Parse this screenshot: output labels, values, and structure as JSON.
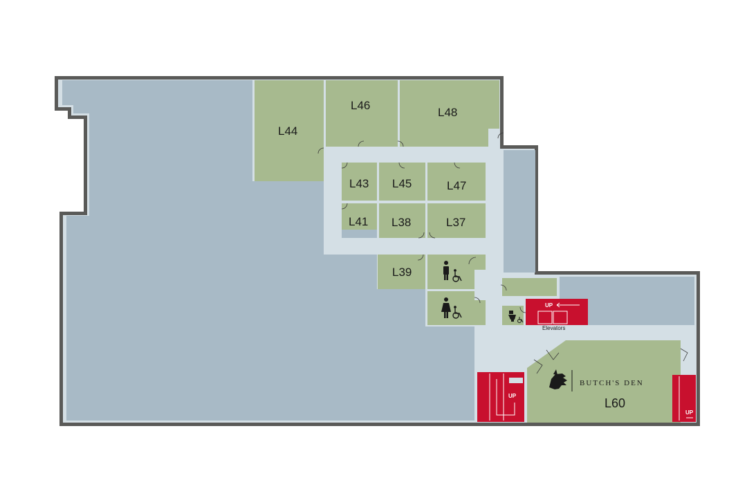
{
  "colors": {
    "outline": "#5a5a58",
    "corridor": "#d4dfe5",
    "open_area": "#a8bac6",
    "room": "#a7ba8f",
    "stairs": "#c8102e",
    "icon": "#1a1a1a"
  },
  "rooms": {
    "l44": "L44",
    "l46": "L46",
    "l48": "L48",
    "l43": "L43",
    "l45": "L45",
    "l47": "L47",
    "l41": "L41",
    "l38": "L38",
    "l37": "L37",
    "l39": "L39",
    "l60": "L60"
  },
  "venue": {
    "name": "BUTCH'S DEN",
    "logo_icon": "cougar-head-icon"
  },
  "elevators_label": "Elevators",
  "stairs": {
    "up_label": "UP"
  },
  "icons": {
    "mens_restroom": "mens-restroom-icon",
    "womens_restroom": "womens-restroom-icon",
    "accessible": "wheelchair-icon",
    "toilet": "toilet-icon"
  }
}
